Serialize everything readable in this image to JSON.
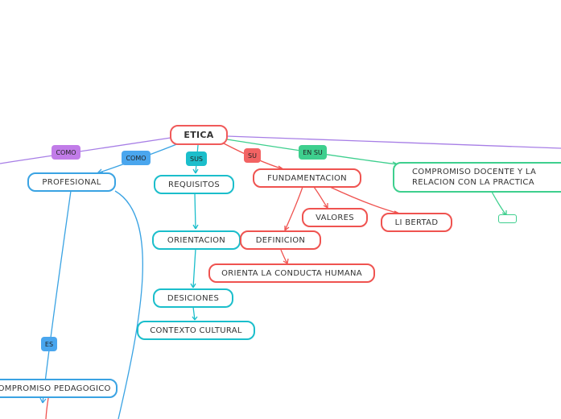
{
  "root": {
    "label": "ETICA",
    "color": "#f05a5a"
  },
  "colors": {
    "purple": "#a77ee6",
    "blue": "#3aa3e3",
    "cyan": "#1bbecb",
    "red": "#ef5350",
    "green": "#3ecf8e"
  },
  "links": {
    "como_left": "COMO",
    "como_blue": "COMO",
    "sus": "SUS",
    "su": "SU",
    "en_su": "EN SU",
    "es": "ES"
  },
  "nodes": {
    "profesional": "PROFESIONAL",
    "requisitos": "REQUISITOS",
    "orientacion": "ORIENTACION",
    "desiciones": "DESICIONES",
    "contexto_cultural": "CONTEXTO CULTURAL",
    "fundamentacion": "FUNDAMENTACION",
    "valores": "VALORES",
    "libertad": "LI BERTAD",
    "definicion": "DEFINICION",
    "orienta_conducta": "ORIENTA LA CONDUCTA HUMANA",
    "compromiso_docente": "COMPROMISO DOCENTE Y LA RELACION CON LA PRACTICA",
    "compromiso_pedagogico": "COMPROMISO PEDAGOGICO"
  }
}
